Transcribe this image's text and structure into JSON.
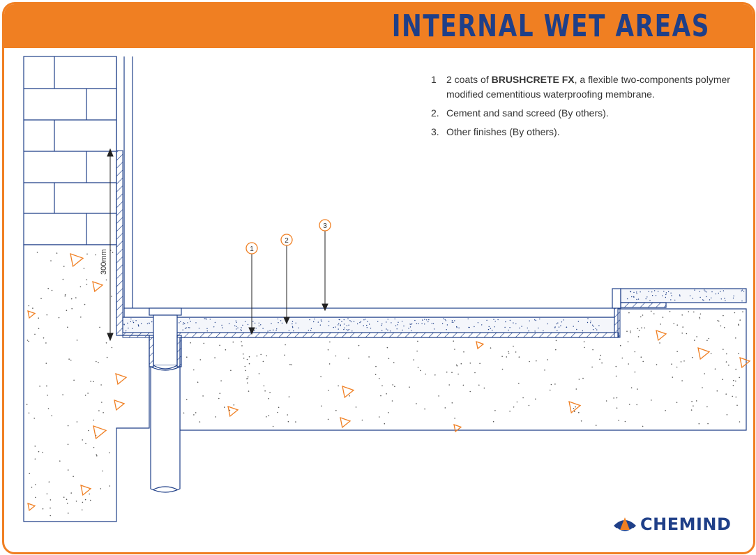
{
  "title": "INTERNAL WET AREAS",
  "notes": [
    {
      "number": "1",
      "prefix": "2 coats of ",
      "product": "BRUSHCRETE FX",
      "suffix": ", a flexible two-components polymer modified cementitious waterproofing membrane."
    },
    {
      "number": "2.",
      "text": "Cement and sand screed (By others)."
    },
    {
      "number": "3.",
      "text": "Other finishes (By others)."
    }
  ],
  "callouts": [
    "1",
    "2",
    "3"
  ],
  "dimension_label": "300mm",
  "logo": {
    "text": "CHEMIND",
    "icon": "chemind-logo-icon"
  },
  "colors": {
    "accent": "#f07f22",
    "title": "#1f3f88",
    "line": "#1f3f88",
    "triangle": "#f07f22"
  }
}
